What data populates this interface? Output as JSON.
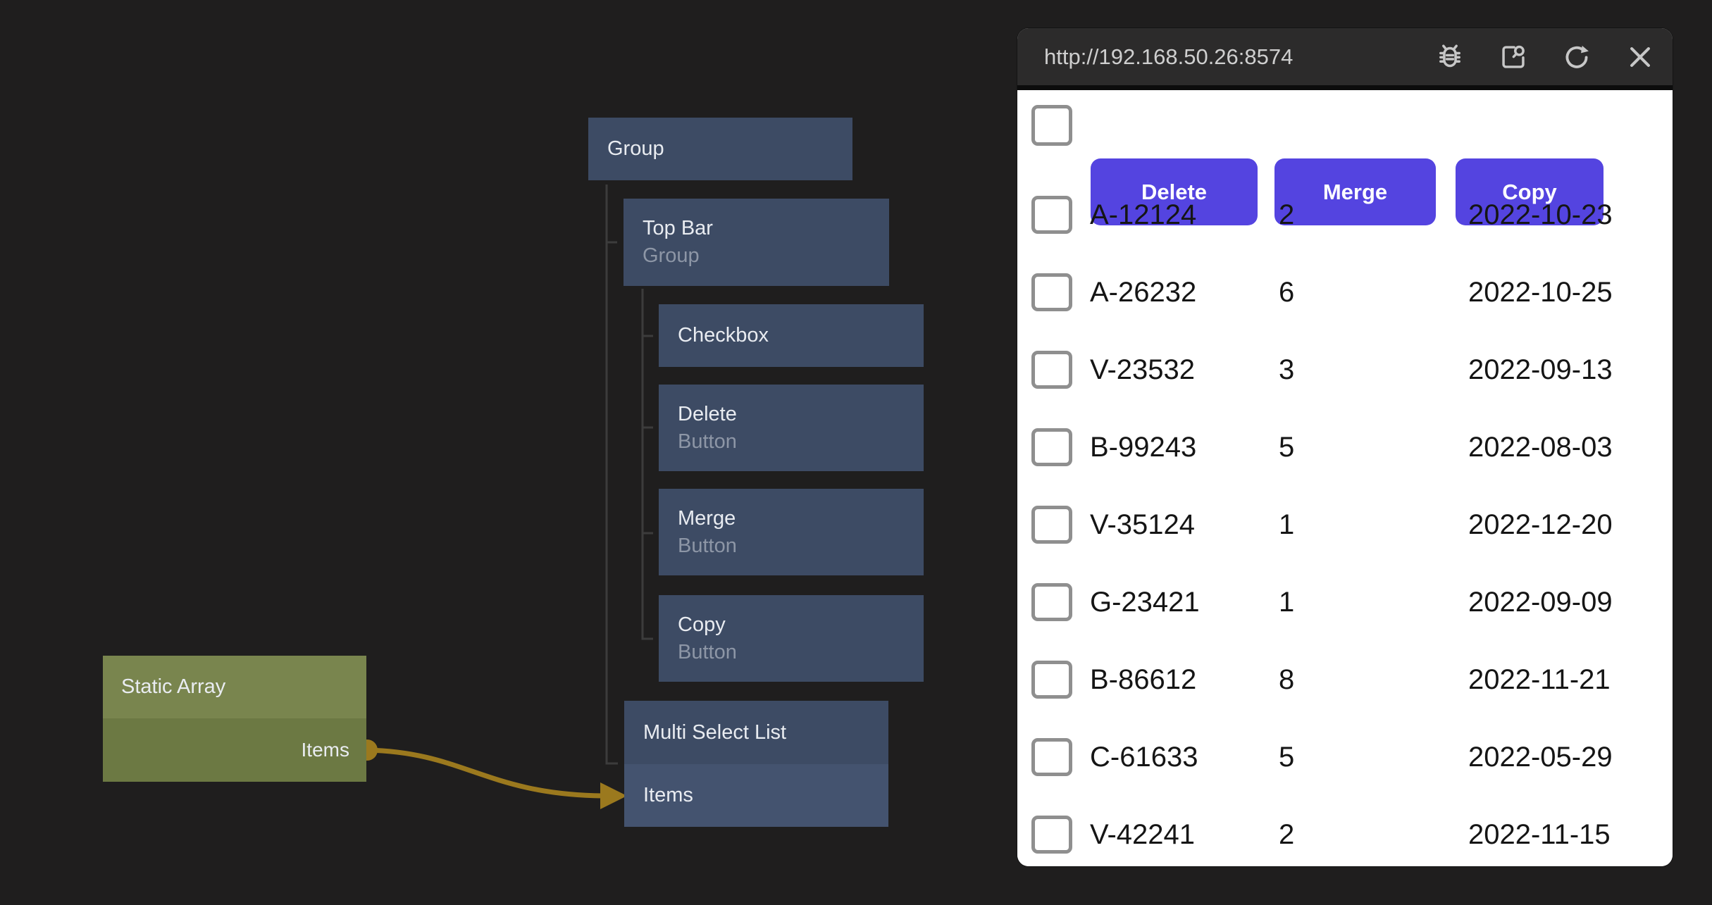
{
  "editor": {
    "nodes": {
      "group": {
        "title": "Group"
      },
      "top_bar": {
        "title": "Top Bar",
        "subtitle": "Group"
      },
      "checkbox": {
        "title": "Checkbox"
      },
      "delete": {
        "title": "Delete",
        "subtitle": "Button"
      },
      "merge": {
        "title": "Merge",
        "subtitle": "Button"
      },
      "copy": {
        "title": "Copy",
        "subtitle": "Button"
      },
      "multi_select_list": {
        "title": "Multi Select List",
        "port_label": "Items"
      },
      "static_array": {
        "title": "Static Array",
        "port_label": "Items"
      }
    },
    "colors": {
      "node_fill": "#3d4b64",
      "node_port_row_fill": "#44536f",
      "static_array_header": "#79854e",
      "static_array_body": "#6c7943",
      "wire": "#9b791e",
      "tree_line": "#3c3c3c",
      "canvas_bg": "#1f1e1e"
    }
  },
  "preview_window": {
    "url": "http://192.168.50.26:8574",
    "header_icons": [
      "debug-icon",
      "inspect-icon",
      "refresh-icon",
      "close-icon"
    ],
    "toolbar": {
      "buttons": [
        "Delete",
        "Merge",
        "Copy"
      ],
      "button_color": "#5444e0"
    },
    "rows": [
      {
        "id": "A-12124",
        "count": "2",
        "date": "2022-10-23"
      },
      {
        "id": "A-26232",
        "count": "6",
        "date": "2022-10-25"
      },
      {
        "id": "V-23532",
        "count": "3",
        "date": "2022-09-13"
      },
      {
        "id": "B-99243",
        "count": "5",
        "date": "2022-08-03"
      },
      {
        "id": "V-35124",
        "count": "1",
        "date": "2022-12-20"
      },
      {
        "id": "G-23421",
        "count": "1",
        "date": "2022-09-09"
      },
      {
        "id": "B-86612",
        "count": "8",
        "date": "2022-11-21"
      },
      {
        "id": "C-61633",
        "count": "5",
        "date": "2022-05-29"
      },
      {
        "id": "V-42241",
        "count": "2",
        "date": "2022-11-15"
      }
    ]
  }
}
